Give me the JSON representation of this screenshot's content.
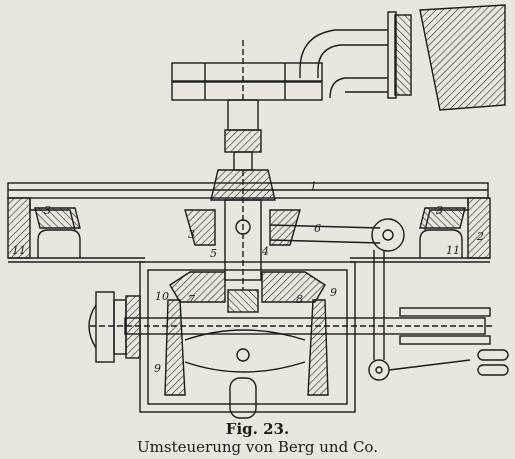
{
  "figure": {
    "number": "Fig. 23.",
    "caption": "Umsteuerung von Berg und Co.",
    "part_labels": [
      "1",
      "2",
      "3",
      "3",
      "3",
      "4",
      "5",
      "6",
      "7",
      "8",
      "9",
      "9",
      "10",
      "11",
      "11"
    ]
  },
  "colors": {
    "ink": "#1b1b1b",
    "paper": "#e9e6df",
    "hatch": "#2a2a2a"
  }
}
